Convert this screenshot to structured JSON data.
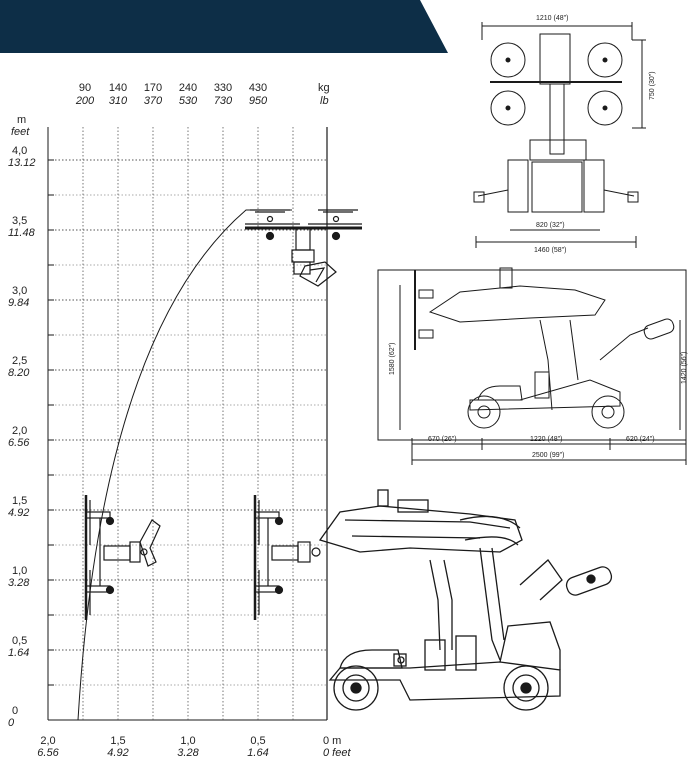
{
  "colors": {
    "banner": "#0d2e47",
    "line": "#1a1a1a",
    "grid": "#555555"
  },
  "load_columns": [
    {
      "kg": "90",
      "lb": "200"
    },
    {
      "kg": "140",
      "lb": "310"
    },
    {
      "kg": "170",
      "lb": "370"
    },
    {
      "kg": "240",
      "lb": "530"
    },
    {
      "kg": "330",
      "lb": "730"
    },
    {
      "kg": "430",
      "lb": "950"
    }
  ],
  "load_units": {
    "kg": "kg",
    "lb": "lb"
  },
  "height_units": {
    "m": "m",
    "ft": "feet"
  },
  "height_ticks": [
    {
      "m": "4,0",
      "ft": "13.12"
    },
    {
      "m": "3,5",
      "ft": "11.48"
    },
    {
      "m": "3,0",
      "ft": "9.84"
    },
    {
      "m": "2,5",
      "ft": "8.20"
    },
    {
      "m": "2,0",
      "ft": "6.56"
    },
    {
      "m": "1,5",
      "ft": "4.92"
    },
    {
      "m": "1,0",
      "ft": "3.28"
    },
    {
      "m": "0,5",
      "ft": "1.64"
    },
    {
      "m": "0",
      "ft": "0"
    }
  ],
  "reach_ticks": [
    {
      "m": "2,0",
      "ft": "6.56"
    },
    {
      "m": "1,5",
      "ft": "4.92"
    },
    {
      "m": "1,0",
      "ft": "3.28"
    },
    {
      "m": "0,5",
      "ft": "1.64"
    },
    {
      "m": "0 m",
      "ft": "0 feet"
    }
  ],
  "top_view": {
    "width": "1210 (48\")",
    "height": "750 (30\")",
    "base_inner": "820 (32\")",
    "base_outer": "1460 (58\")"
  },
  "side_view": {
    "height_left": "1580 (62\")",
    "height_right": "1420 (56\")",
    "front": "670 (26\")",
    "wheelbase": "1220 (48\")",
    "rear": "620 (24\")",
    "total": "2500 (99\")"
  }
}
